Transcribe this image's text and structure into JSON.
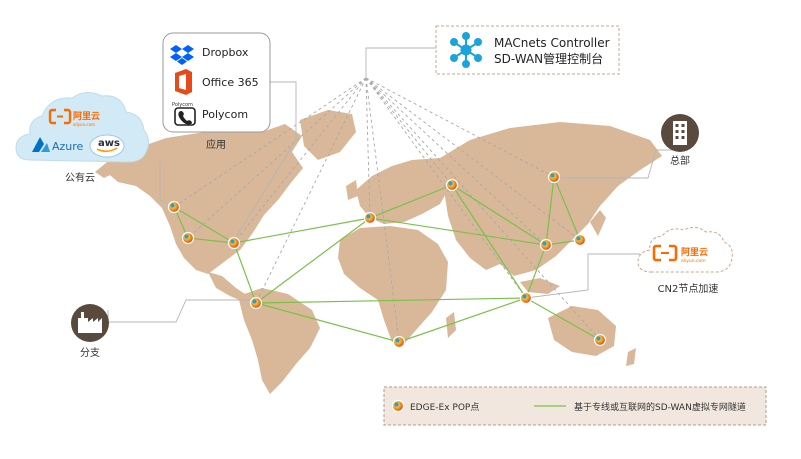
{
  "controller": {
    "title": "MACnets Controller",
    "subtitle": "SD-WAN管理控制台",
    "icon": "network-hub-icon"
  },
  "apps": {
    "label": "应用",
    "items": [
      {
        "name": "Dropbox",
        "icon": "dropbox-icon"
      },
      {
        "name": "Office 365",
        "icon": "office365-icon"
      },
      {
        "name": "Polycom",
        "icon": "polycom-icon",
        "badge": "Polycom"
      }
    ]
  },
  "public_cloud": {
    "label": "公有云",
    "aliyun_name": "阿里云",
    "aliyun_domain": "aliyun.com",
    "azure": "Azure",
    "aws": "aws"
  },
  "headquarters": {
    "label": "总部",
    "icon": "office-building-icon"
  },
  "branch": {
    "label": "分支",
    "icon": "factory-icon"
  },
  "cn2": {
    "label": "CN2节点加速",
    "aliyun_name": "阿里云",
    "aliyun_domain": "aliyun.com"
  },
  "legend": {
    "pop_label": "EDGE-Ex POP点",
    "tunnel_label": "基于专线或互联网的SD-WAN虚拟专网隧道"
  },
  "colors": {
    "map_land": "#d8b899",
    "tunnel_line": "#7cc04a",
    "dashed_line": "#a8a8a8",
    "hub_blue": "#1aa3dc",
    "aliyun_orange": "#ff6a00",
    "icon_dark": "#5a4a3e",
    "legend_bg": "#f1e7de",
    "cloud_fill": "#d2e9f6"
  }
}
